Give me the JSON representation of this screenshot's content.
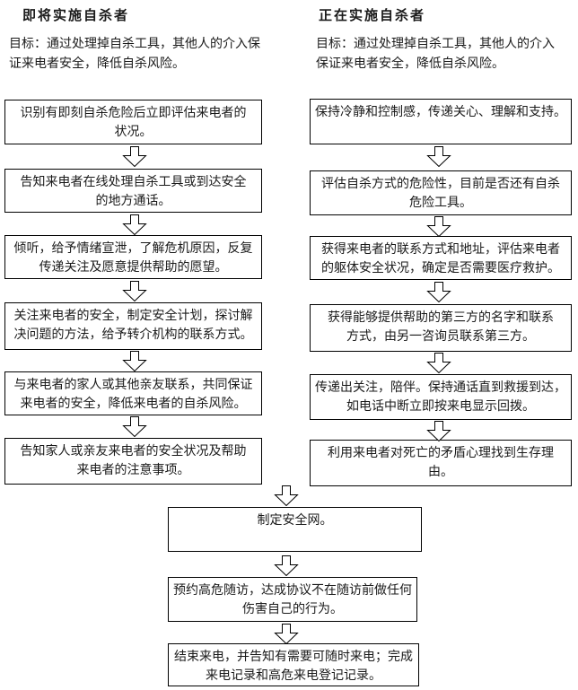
{
  "page": {
    "background": "#ffffff",
    "text_color": "#1a1a1a",
    "box_border_color": "#000000",
    "arrow_fill": "#ffffff",
    "arrow_stroke": "#000000"
  },
  "left_column": {
    "header": "即将实施自杀者",
    "goal": "目标：通过处理掉自杀工具，其他人的介入保\n证来电者安全，降低自杀风险。",
    "steps": [
      "识别有即刻自杀危险后立即评估来电者的\n状况。",
      "告知来电者在线处理自杀工具或到达安全\n的地方通话。",
      "倾听，给予情绪宣泄，了解危机原因，反复\n传递关注及愿意提供帮助的愿望。",
      "关注来电者的安全，制定安全计划，探讨解\n决问题的方法，给予转介机构的联系方式。",
      "与来电者的家人或其他亲友联系，共同保证\n来电者的安全，降低来电者的自杀风险。",
      "告知家人或亲友来电者的安全状况及帮助\n来电者的注意事项。"
    ]
  },
  "right_column": {
    "header": "正在实施自杀者",
    "goal": "目标：通过处理掉自杀工具，其他人的介入\n保证来电者安全，降低自杀风险。",
    "steps": [
      "保持冷静和控制感，传递关心、理解和支持。",
      "评估自杀方式的危险性，目前是否还有自杀\n危险工具。",
      "获得来电者的联系方式和地址，评估来电者\n的躯体安全状况，确定是否需要医疗救护。",
      "获得能够提供帮助的第三方的名字和联系\n方式，由另一咨询员联系第三方。",
      "传递出关注，陪伴。保持通话直到救援到达，\n如电话中断立即按来电显示回拨。",
      "利用来电者对死亡的矛盾心理找到生存理\n由。"
    ]
  },
  "merged_flow": {
    "steps": [
      "制定安全网。",
      "预约高危随访，达成协议不在随访前做任何\n伤害自己的行为。",
      "结束来电，并告知有需要可随时来电；完成\n来电记录和高危来电登记记录。"
    ]
  }
}
